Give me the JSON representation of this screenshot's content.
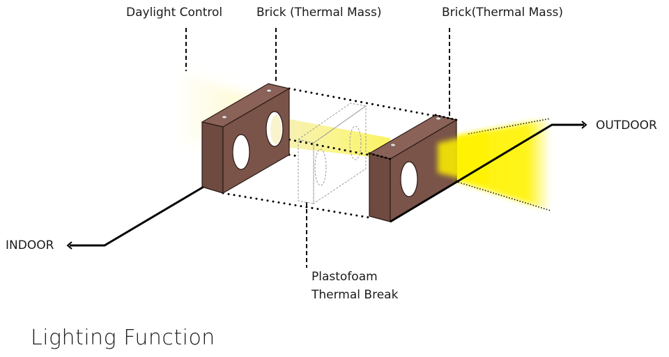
{
  "title": "Lighting Function",
  "labels": {
    "daylight_control": "Daylight Control",
    "brick_left": "Brick (Thermal Mass)",
    "brick_right": "Brick(Thermal Mass)",
    "outdoor": "OUTDOOR",
    "indoor": "INDOOR",
    "plastofoam_line1": "Plastofoam",
    "plastofoam_line2": "Thermal Break"
  },
  "colors": {
    "brick_front": "#7a5349",
    "brick_side": "#6e4a41",
    "brick_top": "#8a6258",
    "light": "#fff200",
    "line": "#000000"
  }
}
